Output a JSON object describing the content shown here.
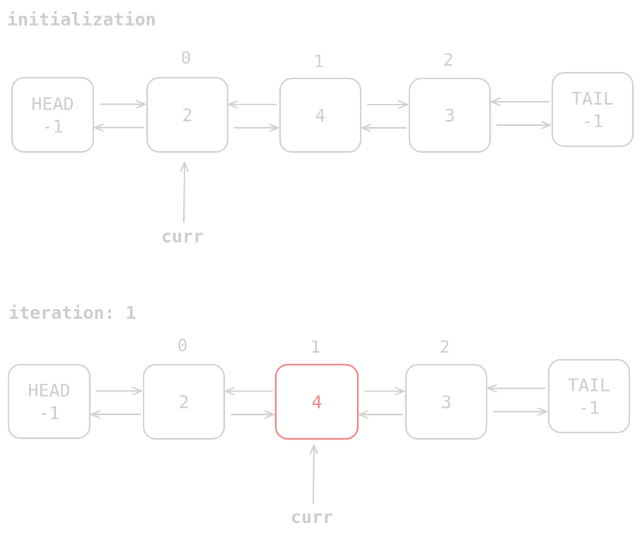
{
  "stages": [
    {
      "title": "initialization",
      "head": {
        "line1": "HEAD",
        "line2": "-1"
      },
      "tail": {
        "line1": "TAIL",
        "line2": "-1"
      },
      "nodes": [
        {
          "index": "0",
          "value": "2",
          "highlight": false
        },
        {
          "index": "1",
          "value": "4",
          "highlight": false
        },
        {
          "index": "2",
          "value": "3",
          "highlight": false
        }
      ],
      "pointer": {
        "label": "curr",
        "target_node": 0
      }
    },
    {
      "title": "iteration: 1",
      "head": {
        "line1": "HEAD",
        "line2": "-1"
      },
      "tail": {
        "line1": "TAIL",
        "line2": "-1"
      },
      "nodes": [
        {
          "index": "0",
          "value": "2",
          "highlight": false
        },
        {
          "index": "1",
          "value": "4",
          "highlight": true
        },
        {
          "index": "2",
          "value": "3",
          "highlight": false
        }
      ],
      "pointer": {
        "label": "curr",
        "target_node": 1
      }
    }
  ],
  "colors": {
    "line": "#cfcfcf",
    "text": "#cdcdcd",
    "highlight": "#ef8a8a"
  }
}
